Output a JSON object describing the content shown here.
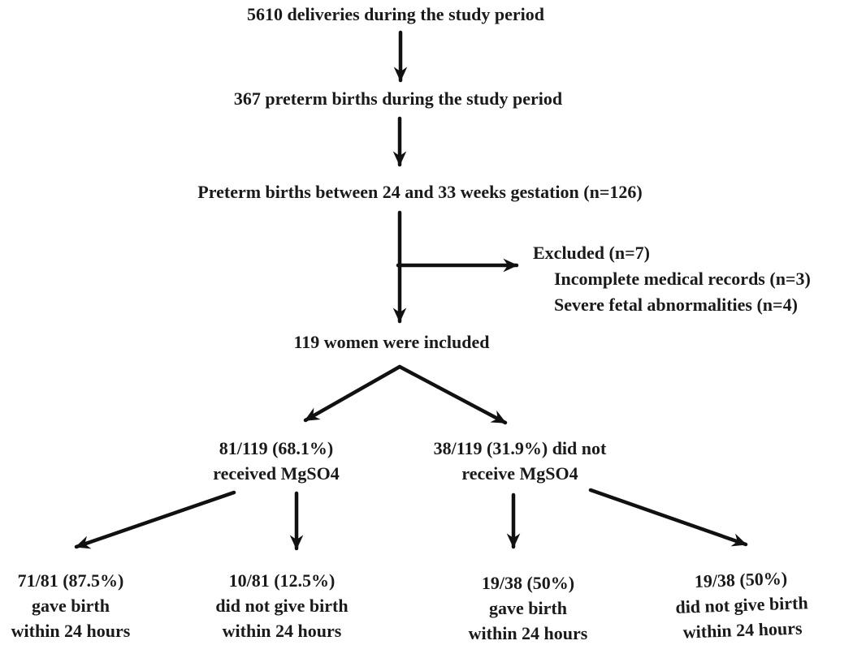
{
  "page": {
    "background_color": "#ffffff",
    "text_color": "#1a1a1a",
    "arrow_color": "#111111"
  },
  "diagram": {
    "type": "study-flow-diagram",
    "nodes": {
      "deliveries": {
        "lines": [
          "5610 deliveries during the study period"
        ]
      },
      "preterm_births": {
        "lines": [
          "367 preterm births during the study period"
        ]
      },
      "gestation": {
        "lines": [
          "Preterm births between 24 and 33 weeks gestation (n=126)"
        ]
      },
      "excluded": {
        "lines": [
          "Excluded (n=7)",
          "Incomplete medical records (n=3)",
          "Severe fetal abnormalities (n=4)"
        ]
      },
      "included": {
        "lines": [
          "119 women were included"
        ]
      },
      "mgso4": {
        "lines": [
          "81/119 (68.1%)",
          "received MgSO4"
        ]
      },
      "no_mgso4": {
        "lines": [
          "38/119 (31.9%) did not",
          "receive MgSO4"
        ]
      },
      "mgso4_birth_24h": {
        "lines": [
          "71/81 (87.5%)",
          "gave birth",
          "within 24 hours"
        ]
      },
      "mgso4_no_birth_24h": {
        "lines": [
          "10/81 (12.5%)",
          "did not give birth",
          "within 24 hours"
        ]
      },
      "no_mgso4_birth_24h": {
        "lines": [
          "19/38 (50%)",
          "gave birth",
          "within 24 hours"
        ]
      },
      "no_mgso4_no_birth_24h": {
        "lines": [
          "19/38 (50%)",
          "did not give birth",
          "within 24 hours"
        ]
      }
    },
    "edges": [
      "deliveries -> preterm_births",
      "preterm_births -> gestation",
      "gestation -> excluded",
      "gestation -> included",
      "included -> mgso4",
      "included -> no_mgso4",
      "mgso4 -> mgso4_birth_24h",
      "mgso4 -> mgso4_no_birth_24h",
      "no_mgso4 -> no_mgso4_birth_24h",
      "no_mgso4 -> no_mgso4_no_birth_24h"
    ]
  }
}
